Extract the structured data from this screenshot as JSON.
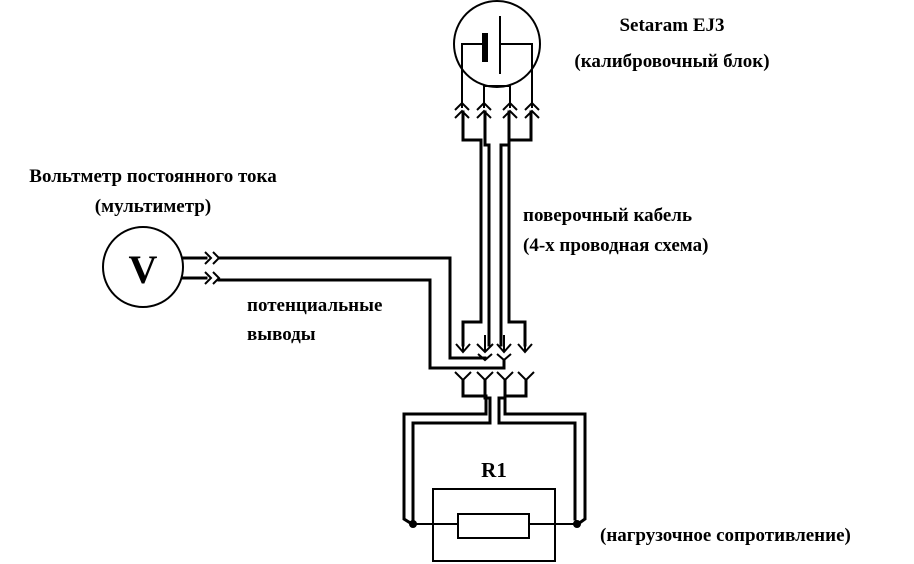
{
  "calibration_unit": {
    "name": "Setaram EJ3",
    "description": "(калибровочный блок)"
  },
  "voltmeter": {
    "title": "Вольтметр постоянного тока",
    "subtitle": "(мультиметр)",
    "symbol": "V"
  },
  "potential_leads": {
    "line1": "потенциальные",
    "line2": "выводы"
  },
  "test_cable": {
    "line1": "поверочный кабель",
    "line2": "(4-х проводная схема)"
  },
  "load_resistor": {
    "designator": "R1",
    "description": "(нагрузочное сопротивление)"
  },
  "colors": {
    "line": "#000000",
    "background": "#ffffff"
  }
}
